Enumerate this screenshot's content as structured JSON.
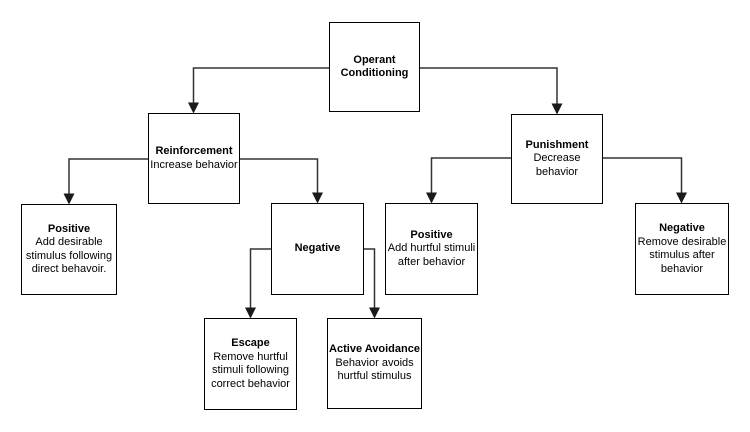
{
  "diagram": {
    "background_color": "#ffffff",
    "box_fill_color": "#ffffff",
    "box_border_color": "#000000",
    "connector_color": "#333333",
    "text_color": "#000000",
    "nodes": {
      "operant": {
        "title": "Operant Conditioning",
        "subtitle": ""
      },
      "reinforcement": {
        "title": "Reinforcement",
        "subtitle": "Increase behavior"
      },
      "punishment": {
        "title": "Punishment",
        "subtitle": "Decrease behavior"
      },
      "reinforcement_positive": {
        "title": "Positive",
        "subtitle": "Add desirable stimulus following direct behavoir."
      },
      "reinforcement_negative": {
        "title": "Negative",
        "subtitle": ""
      },
      "punishment_positive": {
        "title": "Positive",
        "subtitle": "Add hurtful stimuli after behavior"
      },
      "punishment_negative": {
        "title": "Negative",
        "subtitle": "Remove desirable stimulus after behavior"
      },
      "escape": {
        "title": "Escape",
        "subtitle": "Remove hurtful stimuli following correct behavior"
      },
      "active_avoidance": {
        "title": "Active Avoidance",
        "subtitle": "Behavior avoids hurtful stimulus"
      }
    },
    "edges": [
      {
        "from": "operant",
        "to": "reinforcement"
      },
      {
        "from": "operant",
        "to": "punishment"
      },
      {
        "from": "reinforcement",
        "to": "reinforcement_positive"
      },
      {
        "from": "reinforcement",
        "to": "reinforcement_negative"
      },
      {
        "from": "punishment",
        "to": "punishment_positive"
      },
      {
        "from": "punishment",
        "to": "punishment_negative"
      },
      {
        "from": "reinforcement_negative",
        "to": "escape"
      },
      {
        "from": "reinforcement_negative",
        "to": "active_avoidance"
      }
    ]
  }
}
